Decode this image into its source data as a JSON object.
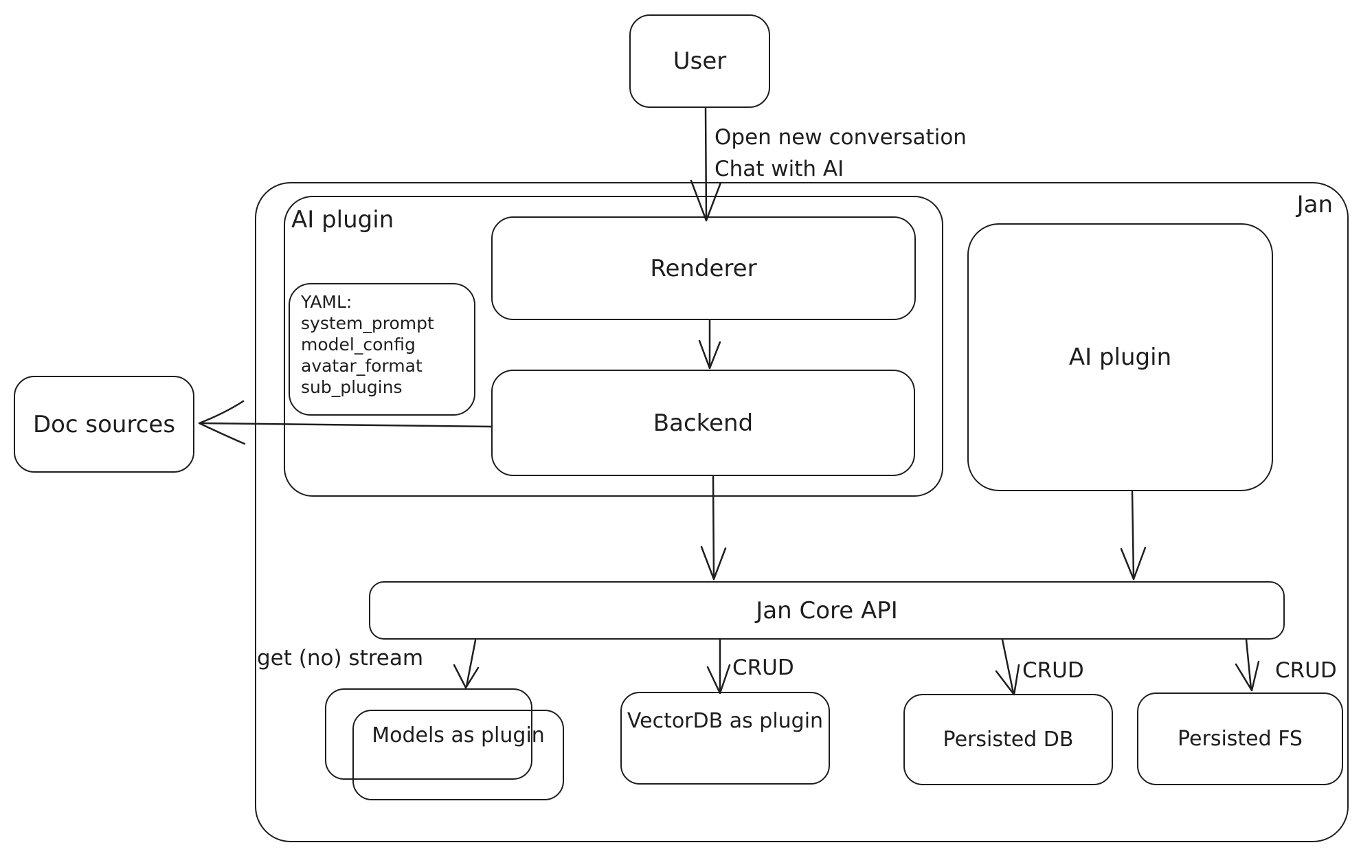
{
  "canvas": {
    "background": "#ffffff",
    "stroke_color": "#1e1e1e"
  },
  "nodes": {
    "user": "User",
    "jan_container": "Jan",
    "ai_plugin_left": "AI plugin",
    "renderer": "Renderer",
    "backend": "Backend",
    "yaml_note": {
      "lines": [
        "YAML:",
        "system_prompt",
        "model_config",
        "avatar_format",
        "sub_plugins"
      ]
    },
    "ai_plugin_right": "AI plugin",
    "jan_core_api": "Jan Core API",
    "doc_sources": "Doc sources",
    "models_as_plugin": "Models as plugin",
    "vectordb_as_plugin": "VectorDB as plugin",
    "persisted_db": "Persisted DB",
    "persisted_fs": "Persisted FS"
  },
  "edges": {
    "user_to_renderer_line1": "Open new conversation",
    "user_to_renderer_line2": "Chat with AI",
    "core_to_models": "get (no) stream",
    "core_to_vectordb": "CRUD",
    "core_to_persisted_db": "CRUD",
    "core_to_persisted_fs": "CRUD"
  }
}
